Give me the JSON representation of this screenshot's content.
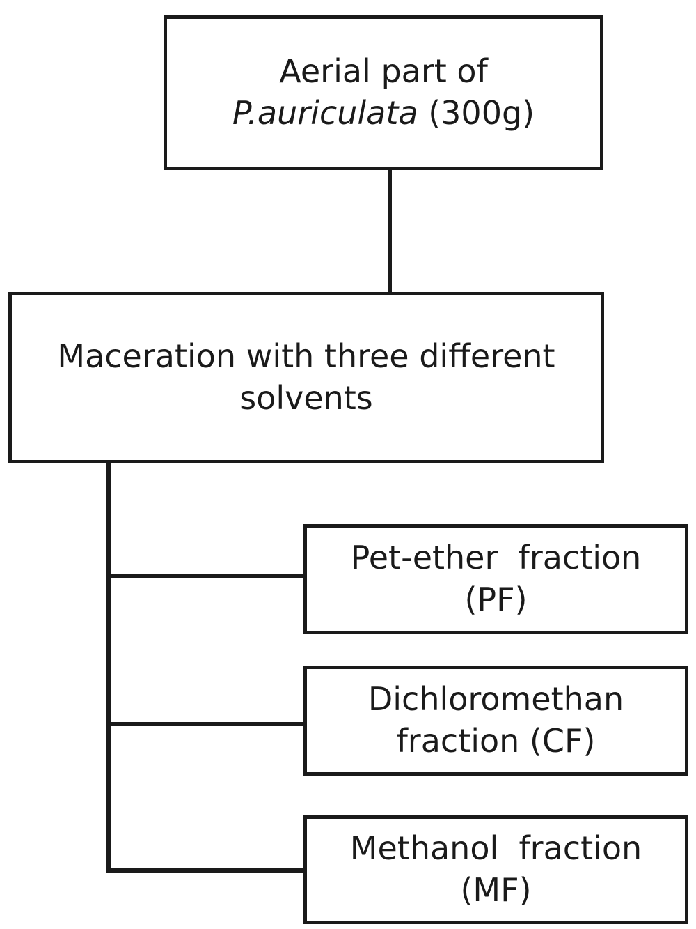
{
  "flowchart": {
    "source": {
      "line1": "Aerial part of",
      "species": "P.auriculata",
      "amount": " (300g)"
    },
    "maceration": {
      "line1": "Maceration with three different",
      "line2": "solvents"
    },
    "fractions": [
      {
        "line1": "Pet-ether  fraction",
        "line2": "(PF)"
      },
      {
        "line1": "Dichloromethan",
        "line2": "fraction (CF)"
      },
      {
        "line1": "Methanol  fraction",
        "line2": "(MF)"
      }
    ]
  },
  "colors": {
    "stroke": "#1a1a1a",
    "background": "#ffffff"
  }
}
